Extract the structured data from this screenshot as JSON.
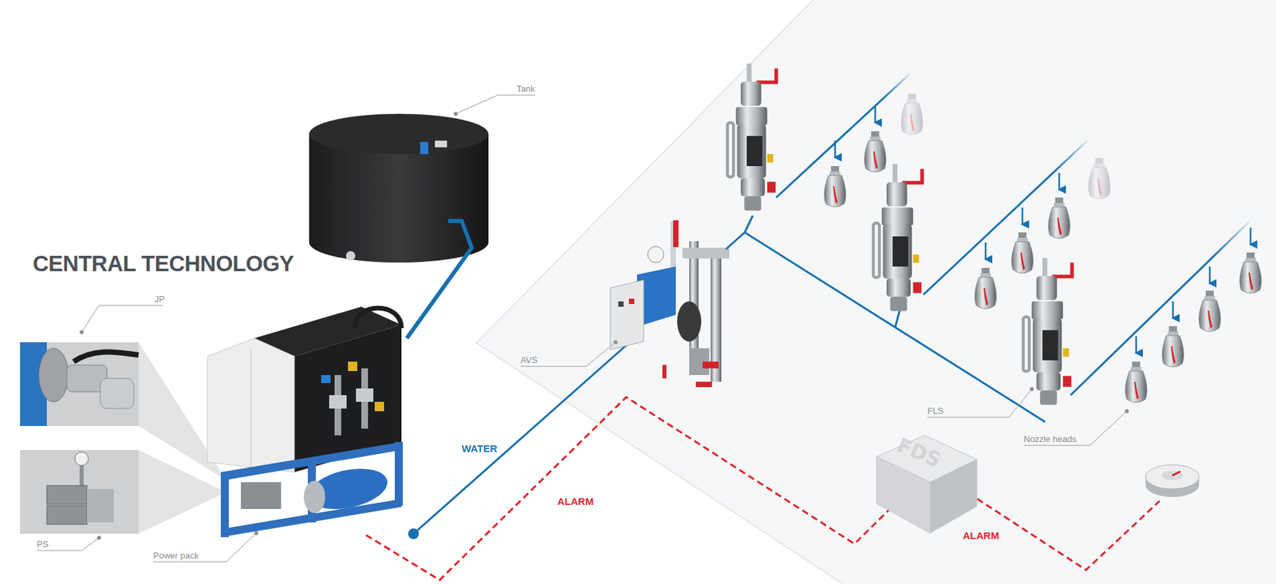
{
  "diagram": {
    "title": "CENTRAL TECHNOLOGY",
    "nodes": [
      {
        "text": [
          "FDS"
        ]
      }
    ],
    "labels": [
      "Tank",
      "JP",
      "PS",
      "Power pack",
      "AVS",
      "WATER",
      "ALARM",
      "FLS",
      "Nozzle heads",
      "ALARM"
    ]
  }
}
